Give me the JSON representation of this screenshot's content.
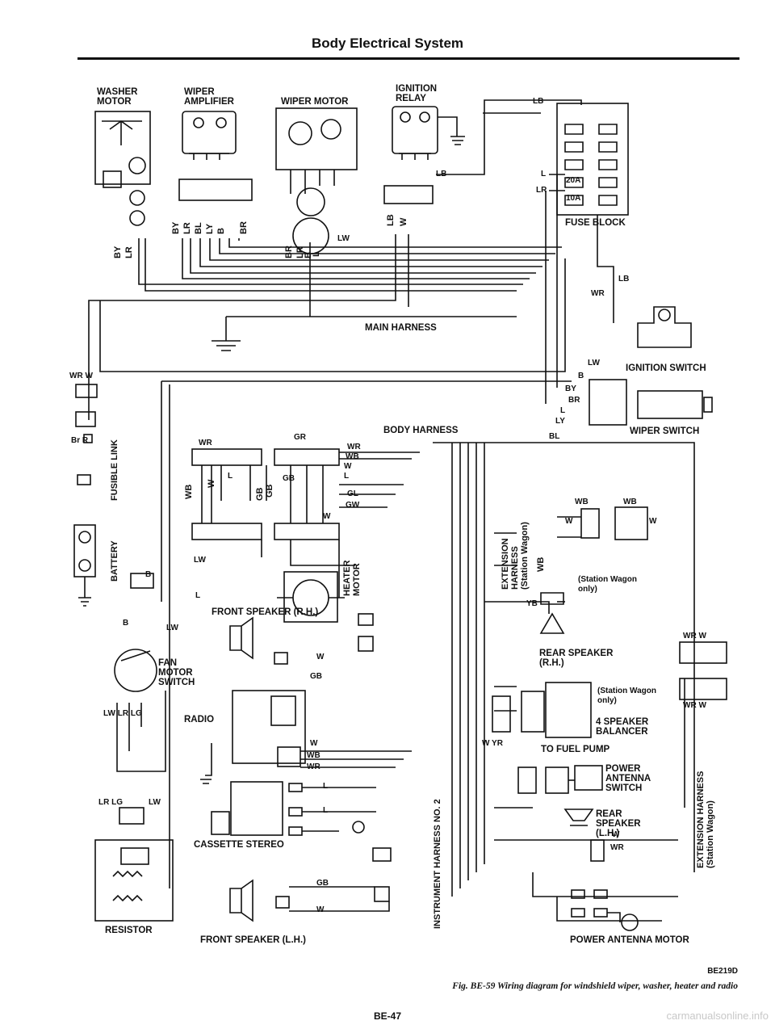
{
  "header": {
    "title": "Body Electrical System"
  },
  "components": {
    "washer_motor": "WASHER\nMOTOR",
    "wiper_amplifier": "WIPER\nAMPLIFIER",
    "wiper_motor": "WIPER MOTOR",
    "ignition_relay": "IGNITION\nRELAY",
    "fuse_block": "FUSE BLOCK",
    "ignition_switch": "IGNITION SWITCH",
    "wiper_switch": "WIPER SWITCH",
    "main_harness": "MAIN HARNESS",
    "body_harness": "BODY HARNESS",
    "fusible_link": "FUSIBLE LINK",
    "battery": "BATTERY",
    "fan_motor_switch": "FAN\nMOTOR\nSWITCH",
    "heater_motor": "HEATER\nMOTOR",
    "front_speaker_rh": "FRONT SPEAKER (R.H.)",
    "radio": "RADIO",
    "cassette_stereo": "CASSETTE STEREO",
    "front_speaker_lh": "FRONT SPEAKER (L.H.)",
    "resistor": "RESISTOR",
    "extension_harness_left": "EXTENSION\nHARNESS\n(Station Wagon)",
    "station_wagon_only_1": "(Station Wagon\nonly)",
    "rear_speaker_rh": "REAR SPEAKER\n(R.H.)",
    "station_wagon_only_2": "(Station Wagon\nonly)",
    "four_speaker_balancer": "4 SPEAKER\nBALANCER",
    "to_fuel_pump": "TO FUEL PUMP",
    "power_antenna_switch": "POWER\nANTENNA\nSWITCH",
    "rear_speaker_lh": "REAR\nSPEAKER\n(L.H.)",
    "instrument_harness": "INSTRUMENT HARNESS NO. 2",
    "extension_harness_right": "EXTENSION HARNESS\n(Station Wagon)",
    "power_antenna_motor": "POWER ANTENNA MOTOR"
  },
  "fuses": {
    "f20a": "20A",
    "f10a": "10A"
  },
  "wire_labels": {
    "lb_top": "LB",
    "lb_relay": "LB",
    "l_fuse": "L",
    "lr_fuse": "LR",
    "lb_right": "LB",
    "by1": "BY",
    "lr1": "LR",
    "by2": "BY",
    "lr2": "LR",
    "bl": "BL",
    "ly": "LY",
    "b": "B",
    "br": "BR",
    "lb_v": "LB",
    "w_v": "W",
    "br_m": "BR",
    "lr_m": "LR",
    "b_m": "B",
    "l_m": "L",
    "lw_m": "LW",
    "wr_ign": "WR",
    "lw_ign": "LW",
    "b_sw": "B",
    "by_sw": "BY",
    "br_sw": "BR",
    "l_sw": "L",
    "ly_sw": "LY",
    "bl_sw": "BL",
    "wrw": "WR W",
    "br_r": "Br R",
    "wr_conn": "WR",
    "wb_conn": "WB",
    "l_conn": "L",
    "w_conn": "W",
    "gb_v": "GB",
    "gb_conn": "GB",
    "gr": "GR",
    "wr2": "WR",
    "wb2": "WB",
    "w2": "W",
    "l2": "L",
    "gb2": "GB",
    "gl": "GL",
    "gw": "GW",
    "w3": "W",
    "lw_h": "LW",
    "l_h": "L",
    "b_batt": "B",
    "b_fan": "B",
    "lw_fan": "LW",
    "w_fs": "W",
    "gb_fs": "GB",
    "lw_lr_lg": "LW LR LG",
    "lr_lg": "LR LG",
    "lw_res": "LW",
    "w_r": "W",
    "wb_r": "WB",
    "wr_r": "WR",
    "l_c1": "L",
    "l_c2": "L",
    "gb_fl": "GB",
    "w_fl": "W",
    "wb_e": "WB",
    "w_e": "W",
    "wb_e2": "WB",
    "wb_e3": "WB",
    "w_e2": "W",
    "yb": "YB",
    "wrw_r": "WR W",
    "wrw_r2": "WR W",
    "w_yr": "W  YR",
    "w_rs": "W",
    "wr_rs": "WR"
  },
  "footer": {
    "code": "BE219D",
    "caption": "Fig. BE-59 Wiring diagram for windshield wiper, washer, heater and radio",
    "page_number": "BE-47",
    "watermark": "carmanualsonline.info"
  }
}
